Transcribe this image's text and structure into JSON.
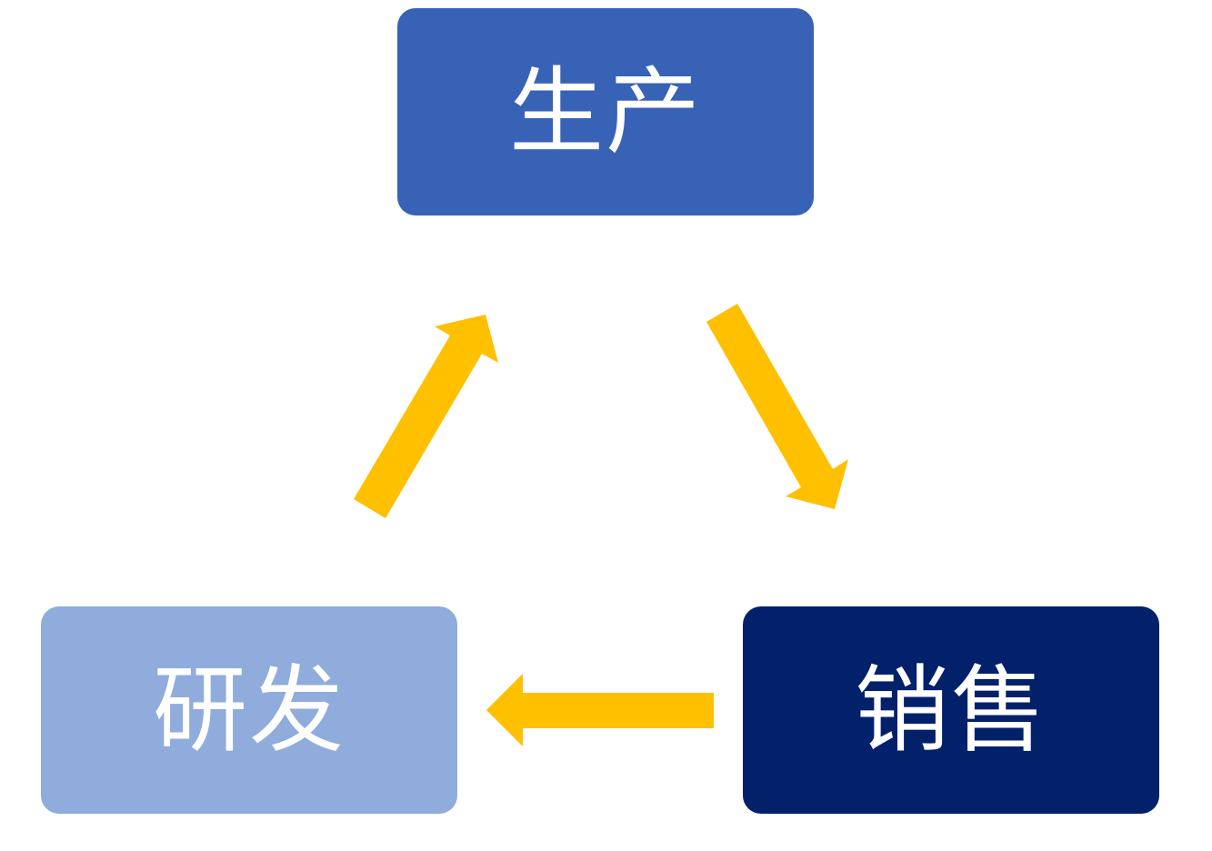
{
  "nodes": {
    "production": {
      "label": "生产",
      "color": "#3762B6"
    },
    "rnd": {
      "label": "研发",
      "color": "#8FACDC"
    },
    "sales": {
      "label": "销售",
      "color": "#03216B"
    }
  },
  "arrow_color": "#FFC000"
}
